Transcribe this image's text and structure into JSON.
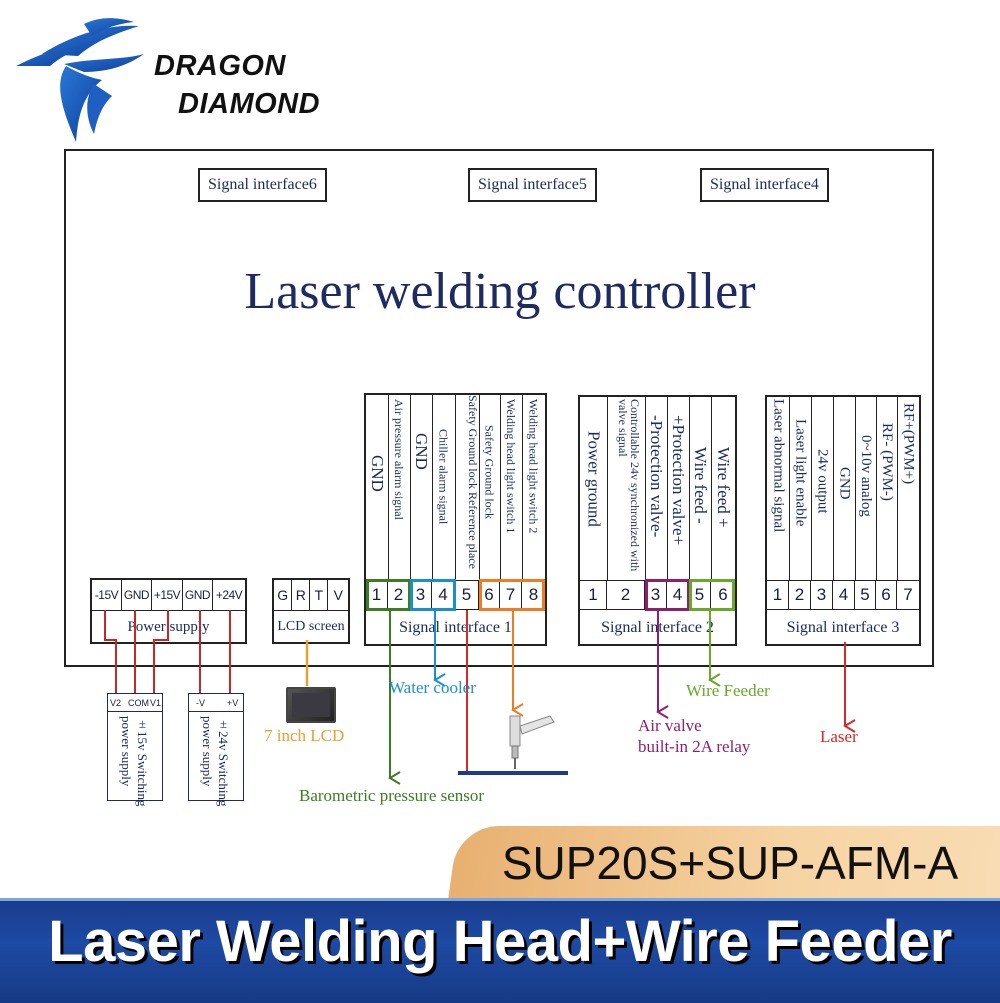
{
  "brand": {
    "line1": "DRAGON",
    "line2": "DIAMOND",
    "logo_icon": "dragon-logo-icon"
  },
  "controller": {
    "title": "Laser welding controller",
    "top_interfaces": [
      "Signal interface6",
      "Signal interface5",
      "Signal interface4"
    ]
  },
  "power_supply": {
    "label": "Power supply",
    "pins": [
      "-15V",
      "GND",
      "+15V",
      "GND",
      "+24V"
    ]
  },
  "lcd": {
    "label": "LCD screen",
    "pins": [
      "G",
      "R",
      "T",
      "V"
    ]
  },
  "interface1": {
    "label": "Signal interface 1",
    "pins": [
      {
        "num": "1",
        "desc": "GND"
      },
      {
        "num": "2",
        "desc": "Air pressure alarm signal"
      },
      {
        "num": "3",
        "desc": "GND"
      },
      {
        "num": "4",
        "desc": "Chiller alarm signal"
      },
      {
        "num": "5",
        "desc": "Safety Ground lock Reference place"
      },
      {
        "num": "6",
        "desc": "Safety Ground lock"
      },
      {
        "num": "7",
        "desc": "Welding head light switch 1"
      },
      {
        "num": "8",
        "desc": "Welding head light switch 2"
      }
    ]
  },
  "interface2": {
    "label": "Signal interface 2",
    "pins": [
      {
        "num": "1",
        "desc": "Power ground"
      },
      {
        "num": "2",
        "desc": "Controllable 24v synchronized with valve signal"
      },
      {
        "num": "3",
        "desc": "-Protection valve-"
      },
      {
        "num": "4",
        "desc": "+Protection valve+"
      },
      {
        "num": "5",
        "desc": "Wire feed -"
      },
      {
        "num": "6",
        "desc": "Wire feed +"
      }
    ]
  },
  "interface3": {
    "label": "Signal interface 3",
    "pins": [
      {
        "num": "1",
        "desc": "Laser abnormal signal"
      },
      {
        "num": "2",
        "desc": "Laser light enable"
      },
      {
        "num": "3",
        "desc": "24v output"
      },
      {
        "num": "4",
        "desc": "GND"
      },
      {
        "num": "5",
        "desc": "0~10v analog"
      },
      {
        "num": "6",
        "desc": "RF- (PWM-)"
      },
      {
        "num": "7",
        "desc": "RF+(PWM+)"
      }
    ]
  },
  "external": {
    "psu15": {
      "pins": [
        "V2",
        "COM",
        "V1"
      ],
      "line1": "±15v Switching",
      "line2": "power supply"
    },
    "psu24": {
      "pins": [
        "-V",
        "+V"
      ],
      "line1": "±24v Switching",
      "line2": "power supply"
    },
    "lcd_label": "7 inch LCD",
    "barometric": "Barometric pressure sensor",
    "water_cooler": "Water cooler",
    "wire_feeder": "Wire Feeder",
    "air_valve_1": "Air valve",
    "air_valve_2": "built-in 2A relay",
    "laser": "Laser"
  },
  "colors": {
    "green": "#3a7d23",
    "blue": "#1a8fd0",
    "red": "#d42a2a",
    "orange": "#ef7b22",
    "purple": "#8e1f6e",
    "lime": "#6aa829",
    "lcd_orange": "#e8a030",
    "navy": "#1e2a60"
  },
  "footer": {
    "model": "SUP20S+SUP-AFM-A",
    "headline": "Laser Welding Head+Wire Feeder"
  }
}
